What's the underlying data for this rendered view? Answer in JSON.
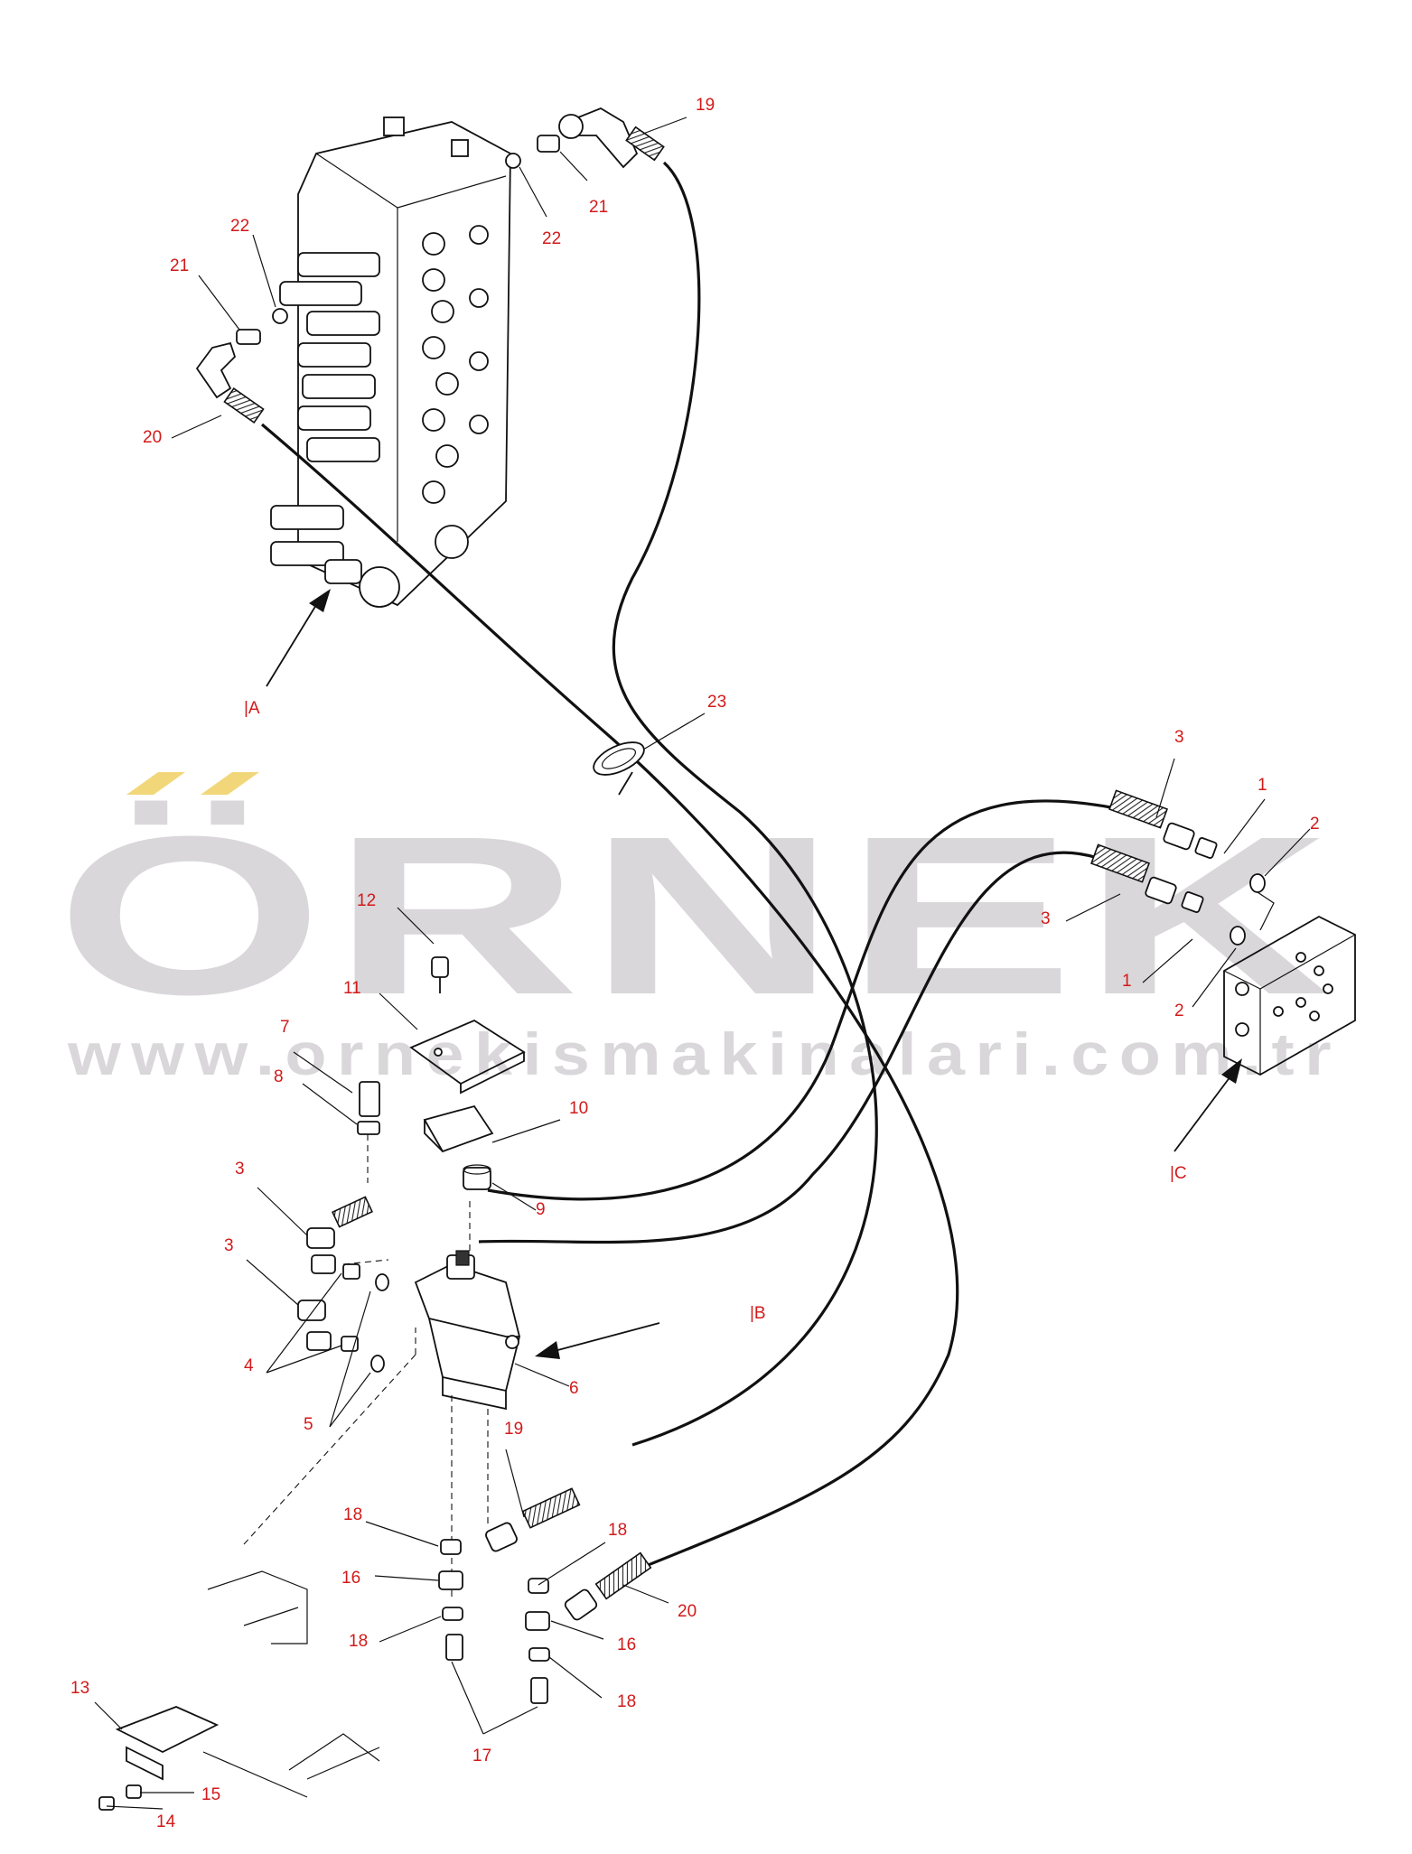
{
  "watermark": {
    "brand": "ÖRNEK",
    "url": "www.ornekismakinalari.com.tr",
    "brand_color": "#d9d7da",
    "accent_color": "#f2d77a"
  },
  "view_labels": {
    "a": "|A",
    "b": "|B",
    "c": "|C"
  },
  "callouts": {
    "c1a": "1",
    "c1b": "1",
    "c2a": "2",
    "c2b": "2",
    "c3a": "3",
    "c3b": "3",
    "c3c": "3",
    "c3d": "3",
    "c4": "4",
    "c5": "5",
    "c6": "6",
    "c7": "7",
    "c8": "8",
    "c9": "9",
    "c10": "10",
    "c11": "11",
    "c12": "12",
    "c13": "13",
    "c14": "14",
    "c15": "15",
    "c16a": "16",
    "c16b": "16",
    "c17": "17",
    "c18a": "18",
    "c18b": "18",
    "c18c": "18",
    "c18d": "18",
    "c19a": "19",
    "c19b": "19",
    "c20a": "20",
    "c20b": "20",
    "c21a": "21",
    "c21b": "21",
    "c22a": "22",
    "c22b": "22",
    "c23": "23"
  },
  "colors": {
    "label": "#d21a1a",
    "line": "#111111",
    "paper": "#ffffff"
  }
}
